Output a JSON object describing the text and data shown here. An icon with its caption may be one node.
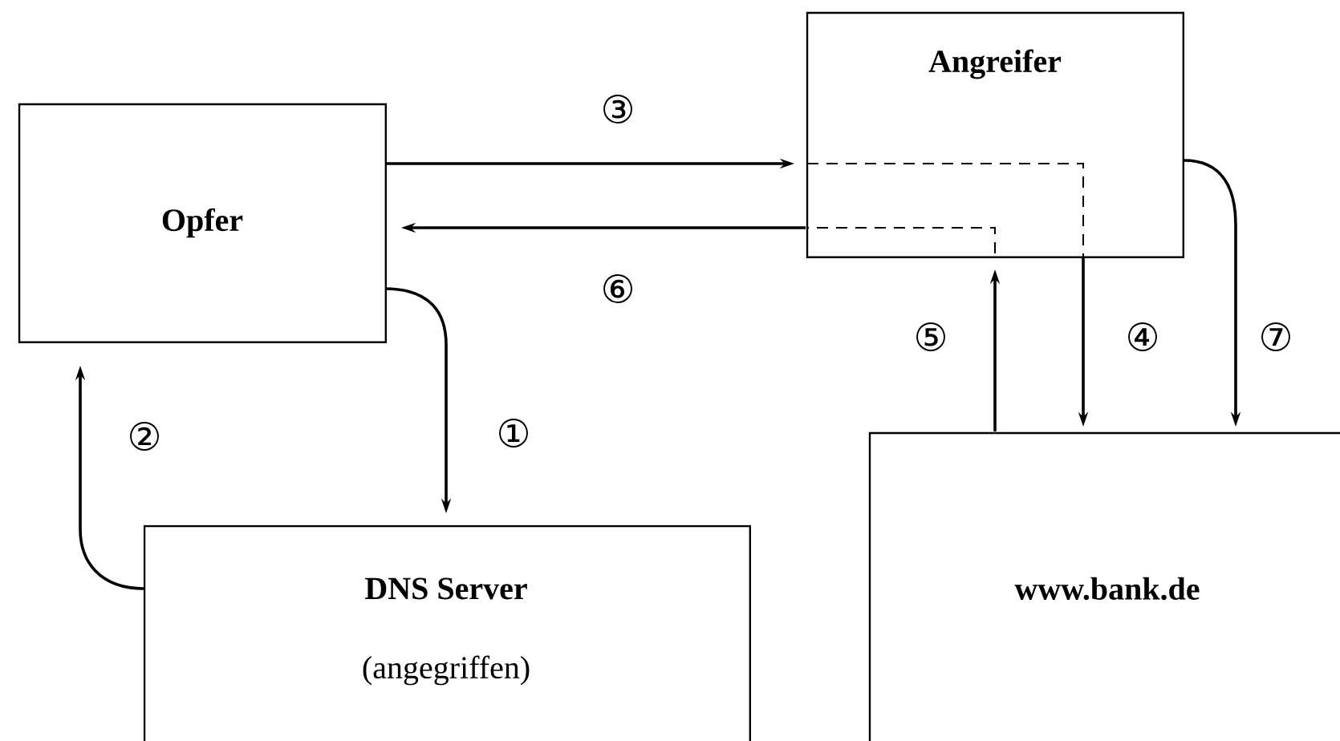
{
  "diagram": {
    "nodes": [
      {
        "text": [
          "Opfer"
        ]
      },
      {
        "text": [
          "Angreifer"
        ]
      },
      {
        "text": [
          "DNS Server",
          "(angegriffen)"
        ]
      },
      {
        "text": [
          "www.bank.de"
        ]
      }
    ],
    "edges": [
      {
        "from": 0,
        "to": 2,
        "arrow": "to",
        "label": "①"
      },
      {
        "from": 2,
        "to": 0,
        "arrow": "to",
        "label": "②"
      },
      {
        "from": 0,
        "to": 1,
        "arrow": "to",
        "label": "③"
      },
      {
        "from": 1,
        "to": 3,
        "arrow": "to",
        "label": "④"
      },
      {
        "from": 3,
        "to": 1,
        "arrow": "to",
        "label": "⑤"
      },
      {
        "from": 1,
        "to": 0,
        "arrow": "to",
        "label": "⑥"
      },
      {
        "from": 1,
        "to": 3,
        "arrow": "to",
        "label": "⑦"
      }
    ]
  }
}
